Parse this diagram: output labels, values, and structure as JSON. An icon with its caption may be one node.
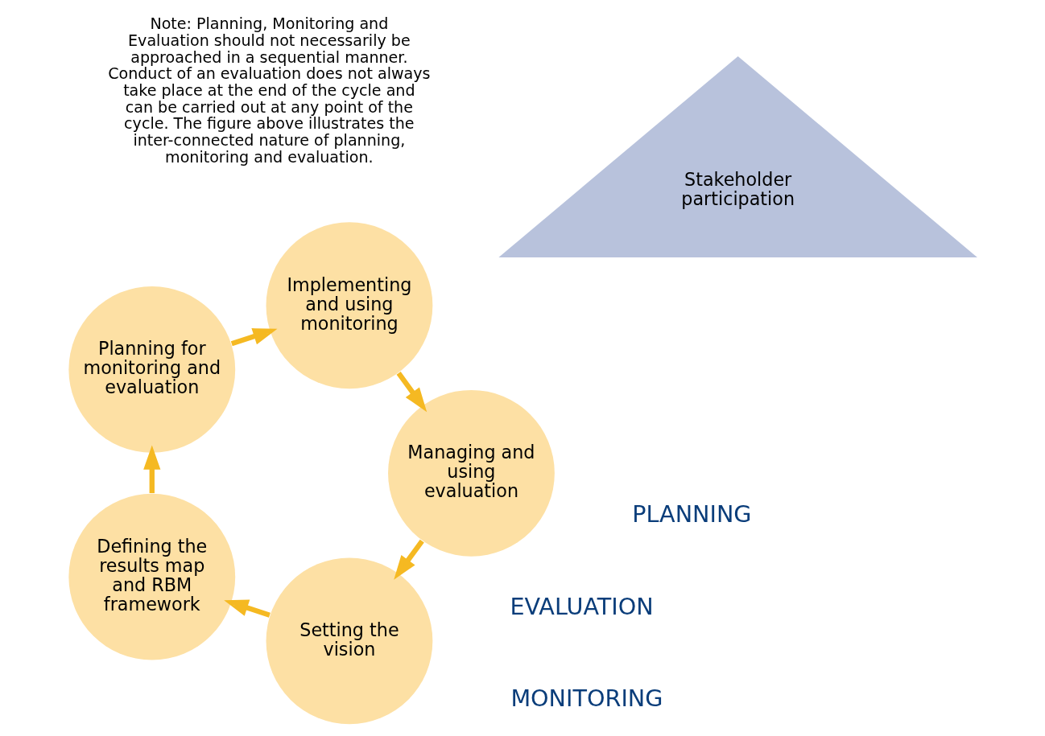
{
  "diagram": {
    "nodes": [
      {
        "text": [
          "Setting the vision"
        ]
      },
      {
        "text": [
          "Defining the results map and RBM framework"
        ]
      },
      {
        "text": [
          "Planning for monitoring and evaluation"
        ]
      },
      {
        "text": [
          "Implementing and using monitoring"
        ]
      },
      {
        "text": [
          "Managing and using evaluation"
        ]
      },
      {
        "text": [
          "Stakeholder participation"
        ]
      }
    ],
    "edges": [
      {
        "from": 0,
        "to": 1,
        "arrow": "to"
      },
      {
        "from": 1,
        "to": 2,
        "arrow": "to"
      },
      {
        "from": 2,
        "to": 3,
        "arrow": "to"
      },
      {
        "from": 3,
        "to": 4,
        "arrow": "to"
      },
      {
        "from": 4,
        "to": 0,
        "arrow": "to"
      }
    ],
    "labels": [
      "EVALUATION",
      "PLANNING",
      "MONITORING",
      "Note: Planning, Monitoring and Evaluation should not necessarily be approached in a sequential manner. Conduct of an evaluation does not always take place at the end of the cycle and can be carried out at any point of the cycle. The figure above illustrates the inter-connected nature of planning, monitoring and evaluation."
    ]
  }
}
